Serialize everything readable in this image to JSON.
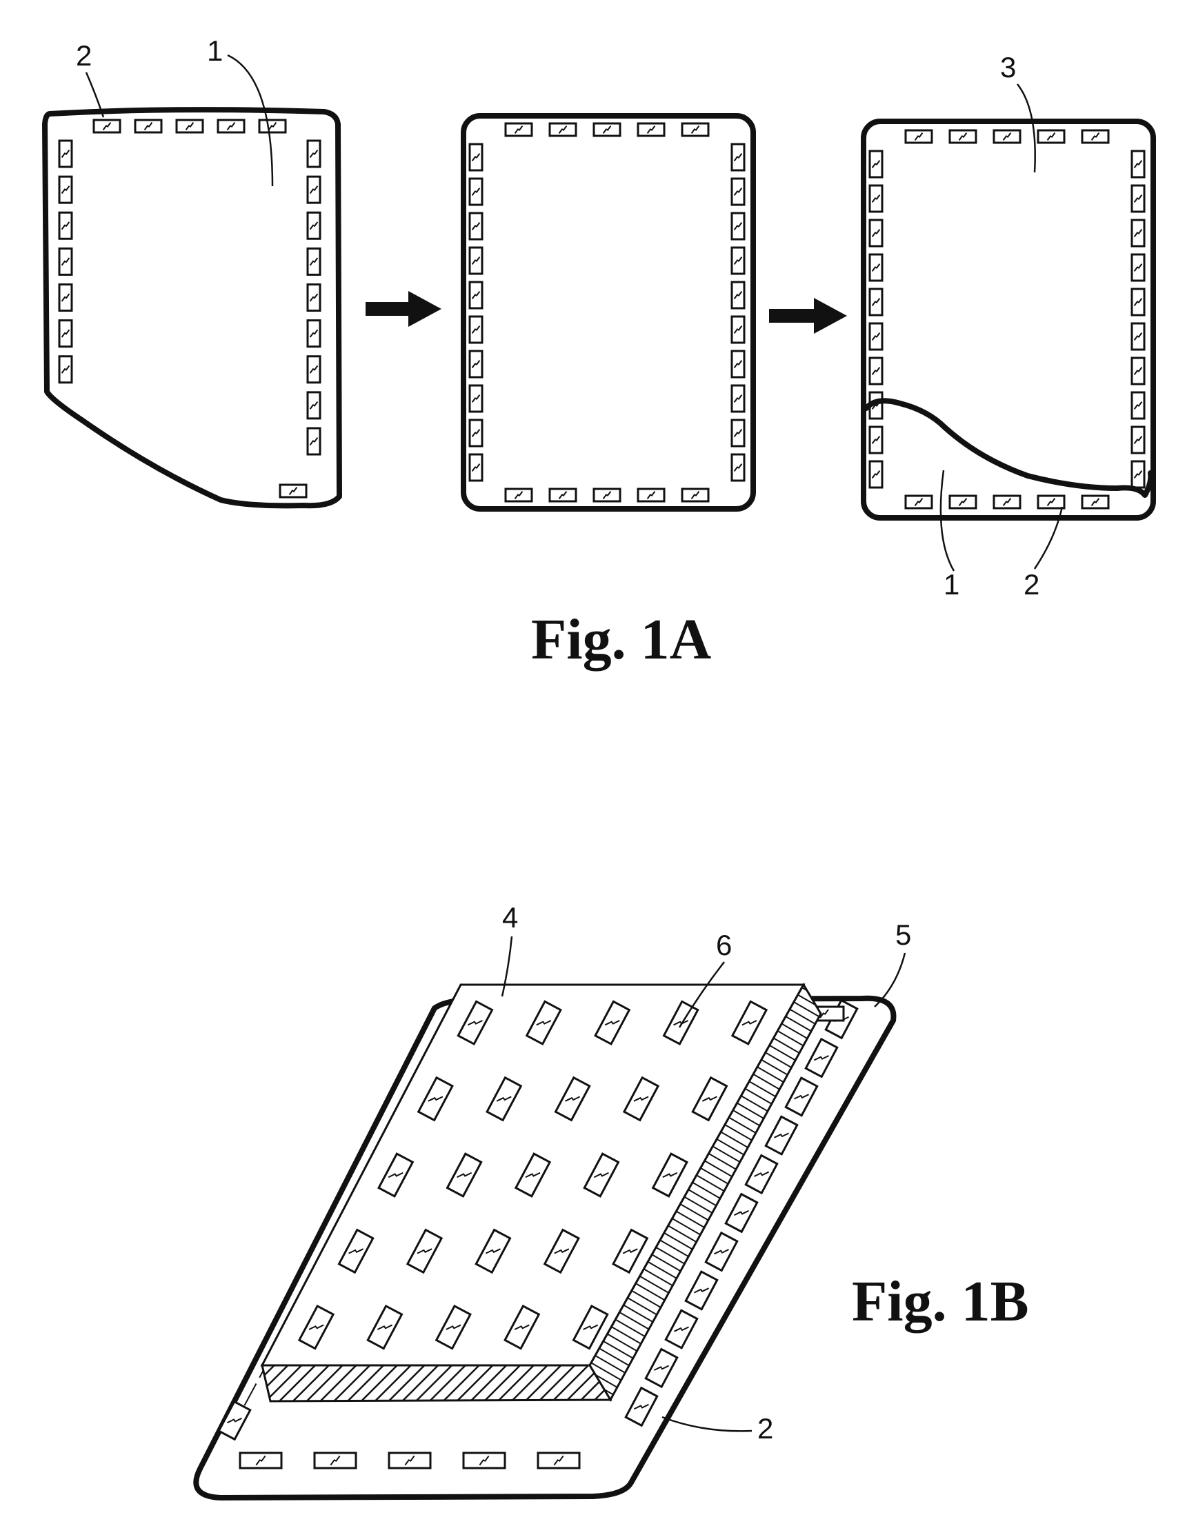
{
  "figure_1a": {
    "caption": "Fig. 1A",
    "labels": {
      "top_chip": "2",
      "top_wafer": "1",
      "final_bonded": "3",
      "final_wafer": "1",
      "final_chip": "2"
    }
  },
  "figure_1b": {
    "caption": "Fig. 1B",
    "labels": {
      "top_block": "4",
      "block_chip": "6",
      "base_sheet": "5",
      "base_chip": "2"
    }
  }
}
